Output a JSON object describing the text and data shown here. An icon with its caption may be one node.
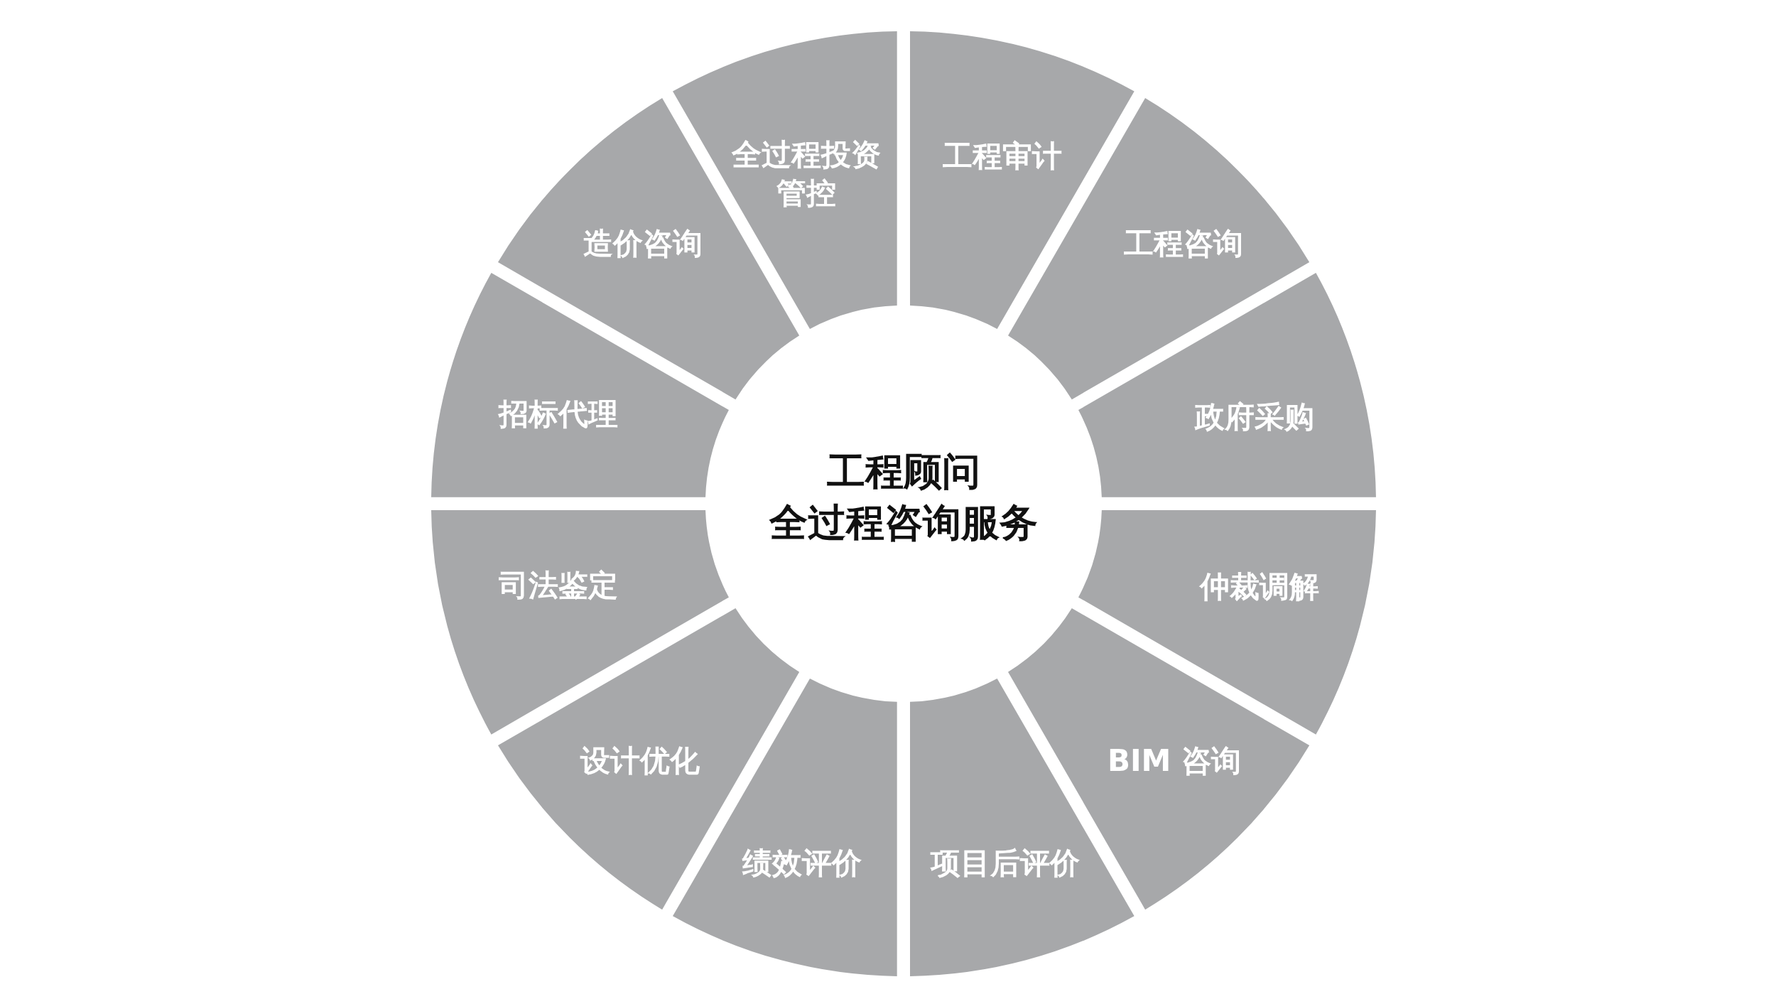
{
  "diagram": {
    "nodes": [
      {
        "text": [
          "工程顾问",
          "全过程咨询服务"
        ]
      },
      {
        "text": [
          "全过程投资管控"
        ]
      },
      {
        "text": [
          "工程审计"
        ]
      },
      {
        "text": [
          "工程咨询"
        ]
      },
      {
        "text": [
          "政府采购"
        ]
      },
      {
        "text": [
          "仲裁调解"
        ]
      },
      {
        "text": [
          "BIM 咨询"
        ]
      },
      {
        "text": [
          "项目后评价"
        ]
      },
      {
        "text": [
          "绩效评价"
        ]
      },
      {
        "text": [
          "设计优化"
        ]
      },
      {
        "text": [
          "司法鉴定"
        ]
      },
      {
        "text": [
          "招标代理"
        ]
      },
      {
        "text": [
          "造价咨询"
        ]
      }
    ]
  }
}
